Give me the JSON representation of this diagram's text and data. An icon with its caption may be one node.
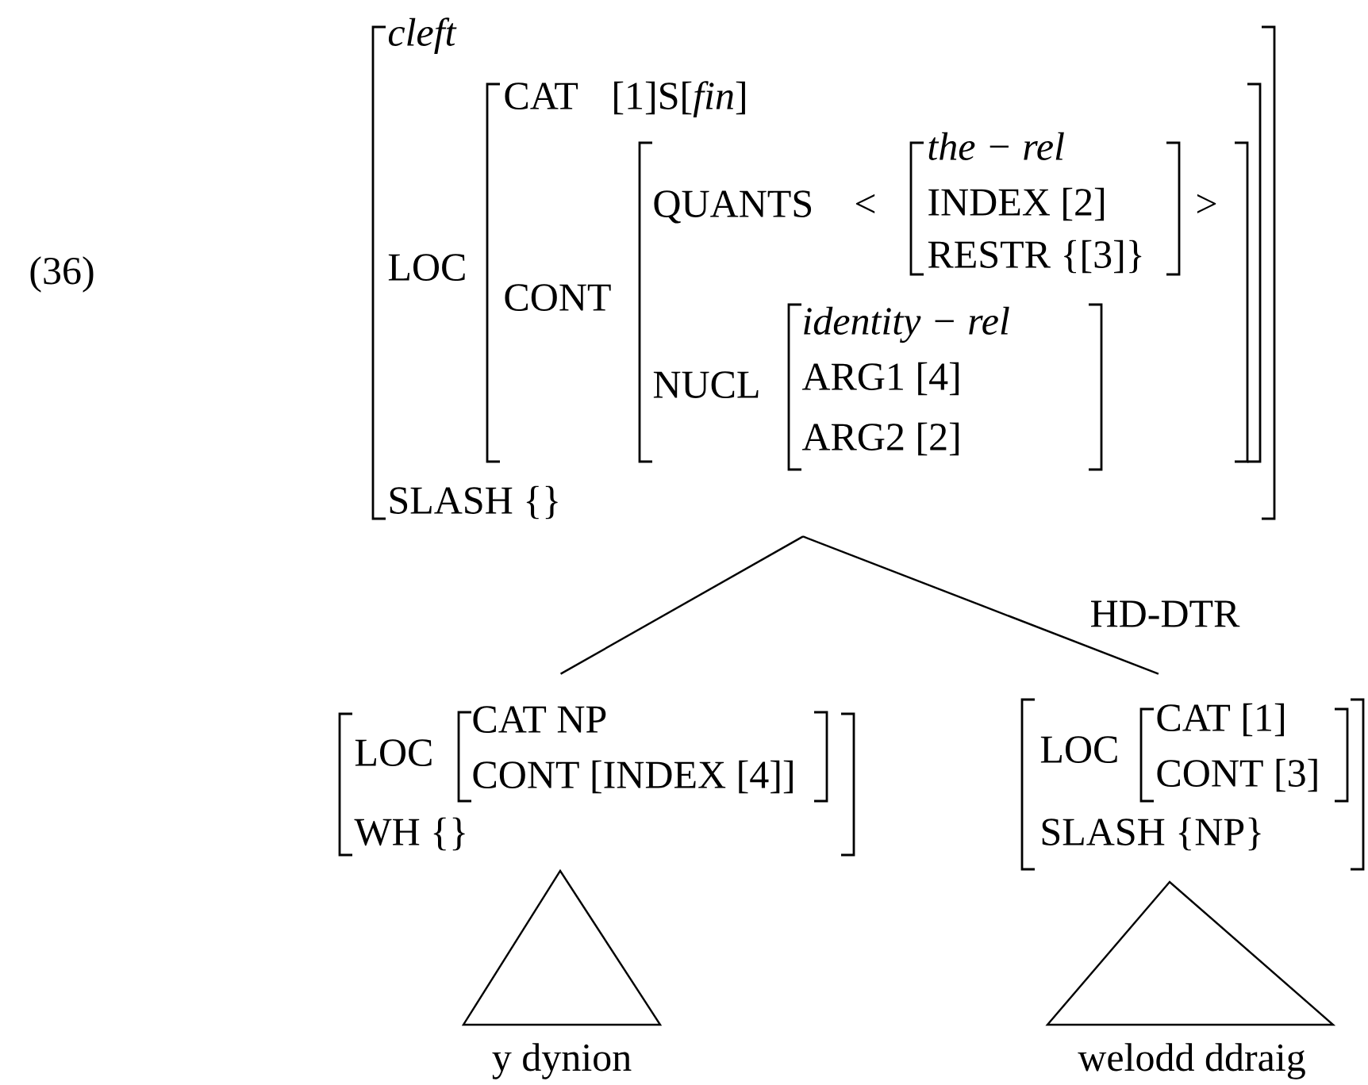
{
  "diagram": {
    "nodes": [
      {
        "text": [
          "cleft",
          "LOC",
          "SLASH {}"
        ]
      },
      {
        "text": [
          "CAT",
          "[1]S[*fin*]",
          "CONT"
        ],
        "in": 0
      },
      {
        "text": [
          "QUANTS",
          "<",
          ">",
          "NUCL"
        ],
        "in": 1
      },
      {
        "text": [
          "the − rel",
          "INDEX [2]",
          "RESTR {[3]}"
        ],
        "in": 2
      },
      {
        "text": [
          "identity − rel",
          "ARG1 [4]",
          "ARG2 [2]"
        ],
        "in": 2
      },
      {
        "text": [
          "LOC",
          "WH {}"
        ]
      },
      {
        "text": [
          "CAT NP",
          "CONT [INDEX [4]]"
        ],
        "in": 5
      },
      {
        "text": [
          "LOC",
          "SLASH {NP}"
        ]
      },
      {
        "text": [
          "CAT [1]",
          "CONT [3]"
        ],
        "in": 7
      },
      {
        "text": [
          "y dynion"
        ]
      },
      {
        "text": [
          "welodd ddraig"
        ]
      }
    ],
    "edges": [
      {
        "from": 0,
        "to": 5,
        "arrow": "none"
      },
      {
        "from": 0,
        "to": 7,
        "arrow": "none",
        "label": "HD-DTR"
      }
    ],
    "labels": [
      "(36)"
    ]
  }
}
